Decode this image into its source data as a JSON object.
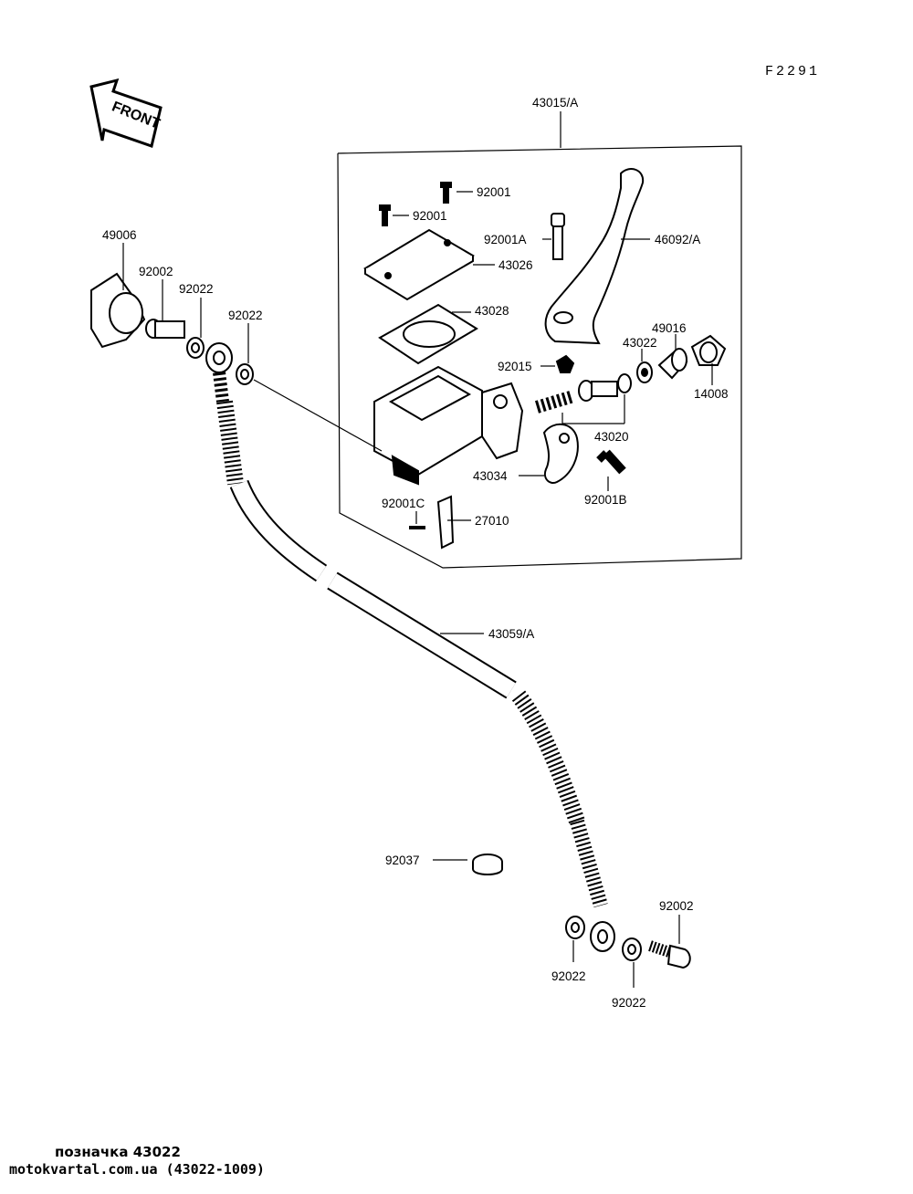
{
  "figure_code": "F2291",
  "front_label": "FRONT",
  "labels": {
    "l43015A": "43015/A",
    "l92001_a": "92001",
    "l92001_b": "92001",
    "l92001A": "92001A",
    "l46092A": "46092/A",
    "l43026": "43026",
    "l43028": "43028",
    "l49006": "49006",
    "l92002_top": "92002",
    "l92022_t1": "92022",
    "l92022_t2": "92022",
    "l49016": "49016",
    "l43022": "43022",
    "l92015": "92015",
    "l14008": "14008",
    "l43020": "43020",
    "l43034": "43034",
    "l92001B": "92001B",
    "l92001C": "92001C",
    "l27010": "27010",
    "l43059A": "43059/A",
    "l92037": "92037",
    "l92002_bot": "92002",
    "l92022_b1": "92022",
    "l92022_b2": "92022"
  },
  "footer": {
    "line1": "позначка 43022",
    "line2": "motokvartal.com.ua (43022-1009)"
  }
}
